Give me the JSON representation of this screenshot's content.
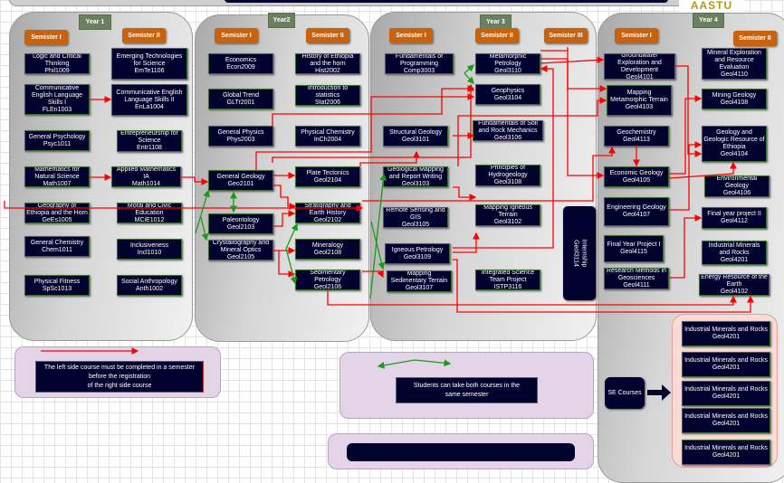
{
  "header": {
    "logo_text": "AASTU"
  },
  "years": [
    {
      "label": "Year 1",
      "semesters": [
        "Semister I",
        "Semister II"
      ]
    },
    {
      "label": "Year2",
      "semesters": [
        "Semister I",
        "Semister II"
      ]
    },
    {
      "label": "Year 3",
      "semesters": [
        "Semister I",
        "Semister II",
        "Semister III"
      ]
    },
    {
      "label": "Year 4",
      "semesters": [
        "Semister I",
        "Semister II"
      ]
    }
  ],
  "courses": [
    {
      "name": "Logic and Critical Thinking",
      "code": "Phil1009"
    },
    {
      "name": "Communicative English Language Skills I",
      "code": "FLEn1003"
    },
    {
      "name": "General Psychology",
      "code": "Psyc1011"
    },
    {
      "name": "Mathematics for Natural Science",
      "code": "Math1007"
    },
    {
      "name": "Geography of Ethiopia and the Horn",
      "code": "GeEs1005"
    },
    {
      "name": "General Chemistry",
      "code": "Chem1011"
    },
    {
      "name": "Physical Fitness",
      "code": "SpSc1013"
    },
    {
      "name": "Emerging Technologies for Science",
      "code": "EmTe1106"
    },
    {
      "name": "Communicative English Language Skills II",
      "code": "EnLa1004"
    },
    {
      "name": "Entrepreneurship for Science",
      "code": "Entr1108"
    },
    {
      "name": "Applied Mathematics IA",
      "code": "Math1014"
    },
    {
      "name": "Moral and Civic Education",
      "code": "MCiE1012"
    },
    {
      "name": "Inclusiveness",
      "code": "Incl1010"
    },
    {
      "name": "Social Anthropology",
      "code": "Anth1002"
    },
    {
      "name": "Economics",
      "code": "Econ2009"
    },
    {
      "name": "Global Trend",
      "code": "GLTr2001"
    },
    {
      "name": "General Physics",
      "code": "Phys2003"
    },
    {
      "name": "General Geology",
      "code": "Geo2101"
    },
    {
      "name": "Paleontology",
      "code": "Geol2103"
    },
    {
      "name": "Crystallography and Mineral Optics",
      "code": "Geol2105"
    },
    {
      "name": "History of Ethiopia and the horn",
      "code": "Hist2002"
    },
    {
      "name": "Introduction to statistics",
      "code": "Stat2006"
    },
    {
      "name": "Physical Chemistry",
      "code": "InCh2004"
    },
    {
      "name": "Plate Tectonics",
      "code": "Geol2104"
    },
    {
      "name": "Stratigraphy and Earth History",
      "code": "Geol2102"
    },
    {
      "name": "Mineralogy",
      "code": "Geol2108"
    },
    {
      "name": "Sedimentary Petrology",
      "code": "Geol2106"
    },
    {
      "name": "Fundamentals of Programming",
      "code": "Comp3003"
    },
    {
      "name": "Structural Geology",
      "code": "Geol3101"
    },
    {
      "name": "Geological Mapping and Report Writing",
      "code": "Geol3103"
    },
    {
      "name": "Remote Sensing and GIS",
      "code": "Geol3105"
    },
    {
      "name": "Igneous Petrology",
      "code": "Geol3109"
    },
    {
      "name": "Mapping Sedimentary Terrain",
      "code": "Geol3107"
    },
    {
      "name": "Metamorphic Petrology",
      "code": "Geol3110"
    },
    {
      "name": "Geophysics",
      "code": "Geol3104"
    },
    {
      "name": "Fundamentals of Soil and Rock Mechanics",
      "code": "Geol3106"
    },
    {
      "name": "Principles of Hydrogeology",
      "code": "Geol3108"
    },
    {
      "name": "Mapping Igneous Terrain",
      "code": "Geol3102"
    },
    {
      "name": "Integrated Science Team Project",
      "code": "ISTP3116"
    },
    {
      "name": "Groundwater Exploration and Development",
      "code": "Geol4101"
    },
    {
      "name": "Mapping Metamorphic Terrain",
      "code": "Geol4103"
    },
    {
      "name": "Geochemistry",
      "code": "Geol4113"
    },
    {
      "name": "Economic Geology",
      "code": "Geol4105"
    },
    {
      "name": "Engineering Geology",
      "code": "Geol4107"
    },
    {
      "name": "Final Year Project I",
      "code": "Geol4115"
    },
    {
      "name": "Research Methods in Geosciences",
      "code": "Geol4111"
    },
    {
      "name": "Mineral Exploration and Resource Evaluation",
      "code": "Geol4110"
    },
    {
      "name": "Mining Geology",
      "code": "Geol4108"
    },
    {
      "name": "Geology and Geologic Resource of Ethiopia",
      "code": "Geol4104"
    },
    {
      "name": "Environmental Geology",
      "code": "Geol4106"
    },
    {
      "name": "Final year project II",
      "code": "Geol4112"
    },
    {
      "name": "Industrial Minerals and Rocks",
      "code": "Geol4201"
    },
    {
      "name": "Energy Resource of the Earth",
      "code": "Geol4102"
    }
  ],
  "internship": {
    "name": "Internship",
    "code": "Geol3114"
  },
  "se_courses": {
    "label": "SE Courses",
    "items": [
      {
        "name": "Industrial Minerals and Rocks",
        "code": "Geol4201"
      },
      {
        "name": "Industrial Minerals and Rocks",
        "code": "Geol4201"
      },
      {
        "name": "Industrial Minerals and Rocks",
        "code": "Geol4201"
      },
      {
        "name": "Industrial Minerals and Rocks",
        "code": "Geol4201"
      },
      {
        "name": "Industrial Minerals and Rocks",
        "code": "Geol4201"
      }
    ]
  },
  "legend": {
    "prerequisite": "The left side course must be completed in a semester before the registration\nof the right side course",
    "concurrent": "Students can take both courses in the same semester"
  },
  "colors": {
    "prerequisite_arrow": "#ff0000",
    "concurrent_arrow": "#1a9a1a",
    "course_bg": "#02022e",
    "semester_bg": "#c8620c",
    "year_bg": "#6b8060"
  }
}
